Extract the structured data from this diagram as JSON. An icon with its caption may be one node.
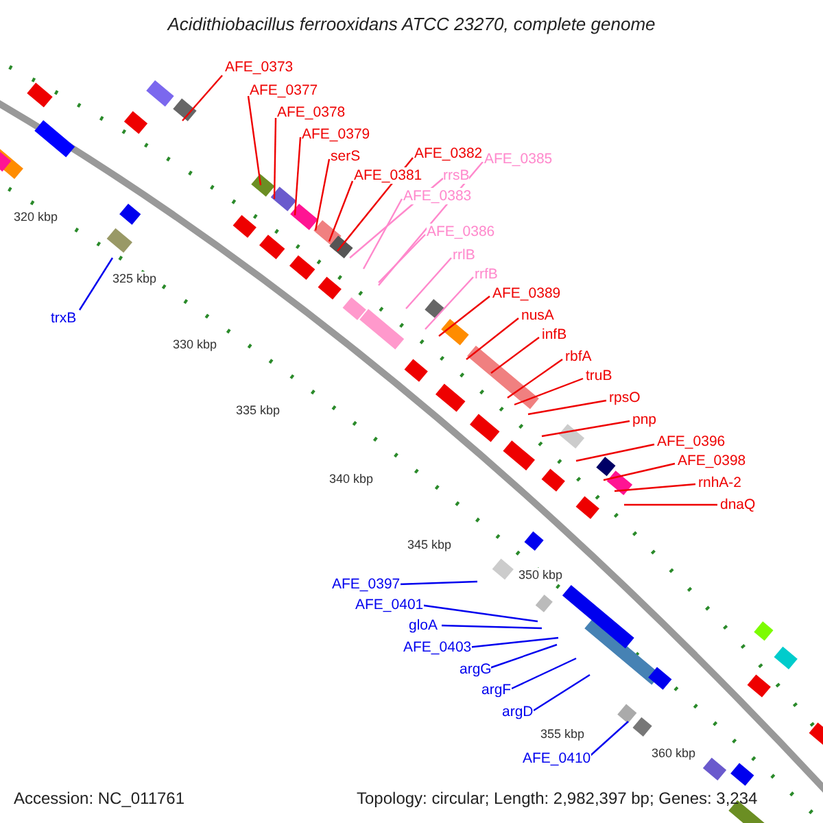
{
  "diagram": {
    "title": "Acidithiobacillus ferrooxidans ATCC 23270, complete genome",
    "nodes": [
      {
        "text": [
          "AFE_0373"
        ]
      },
      {
        "text": [
          "AFE_0377"
        ]
      },
      {
        "text": [
          "AFE_0378"
        ]
      },
      {
        "text": [
          "AFE_0379"
        ]
      },
      {
        "text": [
          "serS"
        ]
      },
      {
        "text": [
          "AFE_0381"
        ]
      },
      {
        "text": [
          "AFE_0382"
        ]
      },
      {
        "text": [
          "AFE_0385"
        ]
      },
      {
        "text": [
          "rrsB"
        ]
      },
      {
        "text": [
          "AFE_0383"
        ]
      },
      {
        "text": [
          "AFE_0386"
        ]
      },
      {
        "text": [
          "rrlB"
        ]
      },
      {
        "text": [
          "rrfB"
        ]
      },
      {
        "text": [
          "AFE_0389"
        ]
      },
      {
        "text": [
          "nusA"
        ]
      },
      {
        "text": [
          "infB"
        ]
      },
      {
        "text": [
          "rbfA"
        ]
      },
      {
        "text": [
          "truB"
        ]
      },
      {
        "text": [
          "rpsO"
        ]
      },
      {
        "text": [
          "pnp"
        ]
      },
      {
        "text": [
          "AFE_0396"
        ]
      },
      {
        "text": [
          "AFE_0398"
        ]
      },
      {
        "text": [
          "rnhA-2"
        ]
      },
      {
        "text": [
          "dnaQ"
        ]
      },
      {
        "text": [
          "trxB"
        ]
      },
      {
        "text": [
          "AFE_0397"
        ]
      },
      {
        "text": [
          "AFE_0401"
        ]
      },
      {
        "text": [
          "gloA"
        ]
      },
      {
        "text": [
          "AFE_0403"
        ]
      },
      {
        "text": [
          "argG"
        ]
      },
      {
        "text": [
          "argF"
        ]
      },
      {
        "text": [
          "argD"
        ]
      },
      {
        "text": [
          "AFE_0410"
        ]
      }
    ],
    "edges": [
      {
        "from": 0,
        "to": null,
        "arrow": "none"
      },
      {
        "from": 1,
        "to": null,
        "arrow": "none"
      },
      {
        "from": 2,
        "to": null,
        "arrow": "none"
      },
      {
        "from": 3,
        "to": null,
        "arrow": "none"
      },
      {
        "from": 4,
        "to": null,
        "arrow": "none"
      },
      {
        "from": 5,
        "to": null,
        "arrow": "none"
      },
      {
        "from": 6,
        "to": null,
        "arrow": "none"
      },
      {
        "from": 7,
        "to": null,
        "arrow": "none",
        "color": "#ff88cc"
      },
      {
        "from": 8,
        "to": null,
        "arrow": "none",
        "color": "#ff88cc"
      },
      {
        "from": 9,
        "to": null,
        "arrow": "none",
        "color": "#ff88cc"
      },
      {
        "from": 10,
        "to": null,
        "arrow": "none",
        "color": "#ff88cc"
      },
      {
        "from": 11,
        "to": null,
        "arrow": "none",
        "color": "#ff88cc"
      },
      {
        "from": 12,
        "to": null,
        "arrow": "none",
        "color": "#ff88cc"
      },
      {
        "from": 13,
        "to": null,
        "arrow": "none"
      },
      {
        "from": 14,
        "to": null,
        "arrow": "none"
      },
      {
        "from": 15,
        "to": null,
        "arrow": "none"
      },
      {
        "from": 16,
        "to": null,
        "arrow": "none"
      },
      {
        "from": 17,
        "to": null,
        "arrow": "none"
      },
      {
        "from": 18,
        "to": null,
        "arrow": "none"
      },
      {
        "from": 19,
        "to": null,
        "arrow": "none"
      },
      {
        "from": 20,
        "to": null,
        "arrow": "none"
      },
      {
        "from": 21,
        "to": null,
        "arrow": "none"
      },
      {
        "from": 22,
        "to": null,
        "arrow": "none"
      },
      {
        "from": 23,
        "to": null,
        "arrow": "none"
      },
      {
        "from": 24,
        "to": null,
        "arrow": "none",
        "color": "#0000ee"
      },
      {
        "from": 25,
        "to": null,
        "arrow": "none",
        "color": "#0000ee"
      },
      {
        "from": 26,
        "to": null,
        "arrow": "none",
        "color": "#0000ee"
      },
      {
        "from": 27,
        "to": null,
        "arrow": "none",
        "color": "#0000ee"
      },
      {
        "from": 28,
        "to": null,
        "arrow": "none",
        "color": "#0000ee"
      },
      {
        "from": 29,
        "to": null,
        "arrow": "none",
        "color": "#0000ee"
      },
      {
        "from": 30,
        "to": null,
        "arrow": "none",
        "color": "#0000ee"
      },
      {
        "from": 31,
        "to": null,
        "arrow": "none",
        "color": "#0000ee"
      },
      {
        "from": 32,
        "to": null,
        "arrow": "none",
        "color": "#0000ee"
      }
    ],
    "labels": [
      "320 kbp",
      "325 kbp",
      "330 kbp",
      "335 kbp",
      "340 kbp",
      "345 kbp",
      "350 kbp",
      "355 kbp",
      "360 kbp",
      "Accession: NC_011761",
      "Topology: circular; Length: 2,982,397 bp; Genes: 3,234"
    ]
  }
}
